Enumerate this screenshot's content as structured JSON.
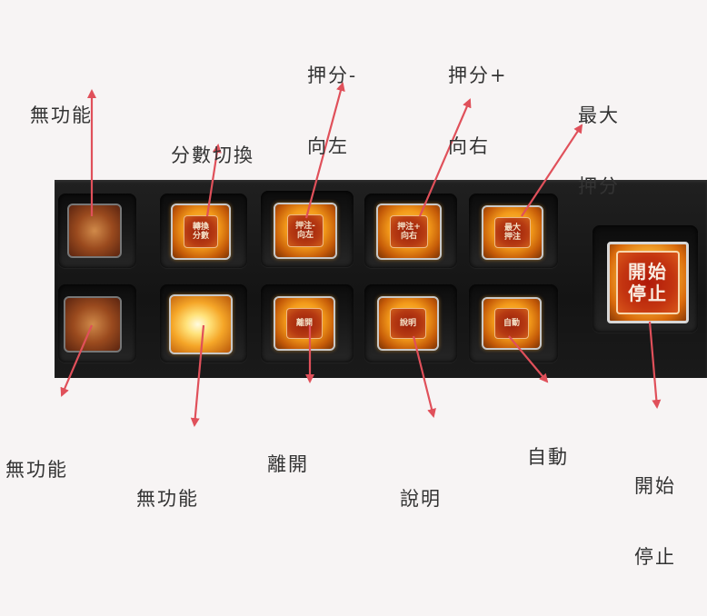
{
  "labels": {
    "top_far_left": "無功能",
    "top_score_switch": "分數切換",
    "top_bet_minus_line1": "押分-",
    "top_bet_minus_line2": "向左",
    "top_bet_plus_line1": "押分+",
    "top_bet_plus_line2": "向右",
    "top_max_line1": "最大",
    "top_max_line2": "押分",
    "bottom_far_left": "無功能",
    "bottom_second": "無功能",
    "bottom_leave": "離開",
    "bottom_help": "說明",
    "bottom_auto": "自動",
    "bottom_start_line1": "開始",
    "bottom_start_line2": "停止"
  },
  "buttons": {
    "top_score_switch": [
      "轉換",
      "分數"
    ],
    "top_bet_minus": [
      "押注-",
      "向左"
    ],
    "top_bet_plus": [
      "押注+",
      "向右"
    ],
    "top_max": [
      "最大",
      "押注"
    ],
    "bottom_leave": [
      "離開"
    ],
    "bottom_help": [
      "說明"
    ],
    "bottom_auto": [
      "自動"
    ],
    "big_start": [
      "開始",
      "停止"
    ]
  },
  "colors": {
    "panel": "#1a1a1a",
    "button_glow": "#f39a1a",
    "button_inner": "#b63a12",
    "arrow": "#e0505a",
    "label": "#333333"
  }
}
